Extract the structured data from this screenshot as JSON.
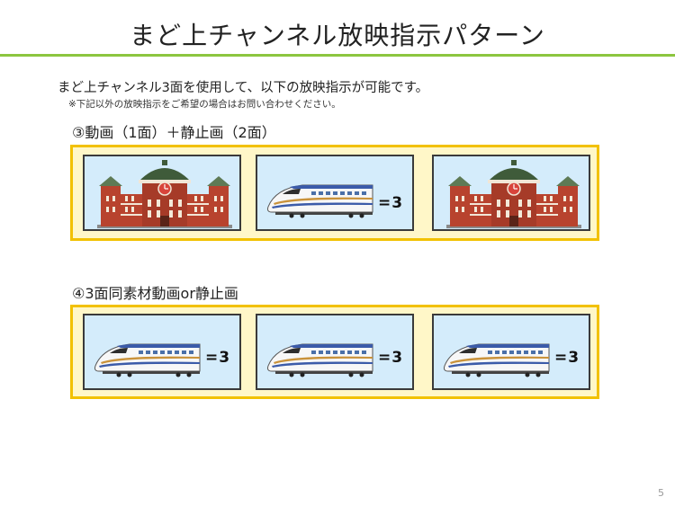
{
  "slide": {
    "title": "まど上チャンネル放映指示パターン",
    "description": "まど上チャンネル3面を使用して、以下の放映指示が可能です。",
    "note": "※下記以外の放映指示をご希望の場合はお問い合わせください。",
    "page_number": "5"
  },
  "pattern3": {
    "heading": "③動画（1面）＋静止画（2面）",
    "panels": [
      {
        "image": "station-building-illustration"
      },
      {
        "image": "bullet-train-illustration",
        "label": "=3"
      },
      {
        "image": "station-building-illustration"
      }
    ]
  },
  "pattern4": {
    "heading": "④3面同素材動画or静止画",
    "panels": [
      {
        "image": "bullet-train-illustration",
        "label": "=3"
      },
      {
        "image": "bullet-train-illustration",
        "label": "=3"
      },
      {
        "image": "bullet-train-illustration",
        "label": "=3"
      }
    ]
  },
  "colors": {
    "accent_rule": "#8cc63f",
    "band_fill": "#fff7c8",
    "band_border": "#f2c100",
    "panel_fill": "#d4ecfb",
    "brick": "#b8432e",
    "dome": "#3f5b3a"
  }
}
